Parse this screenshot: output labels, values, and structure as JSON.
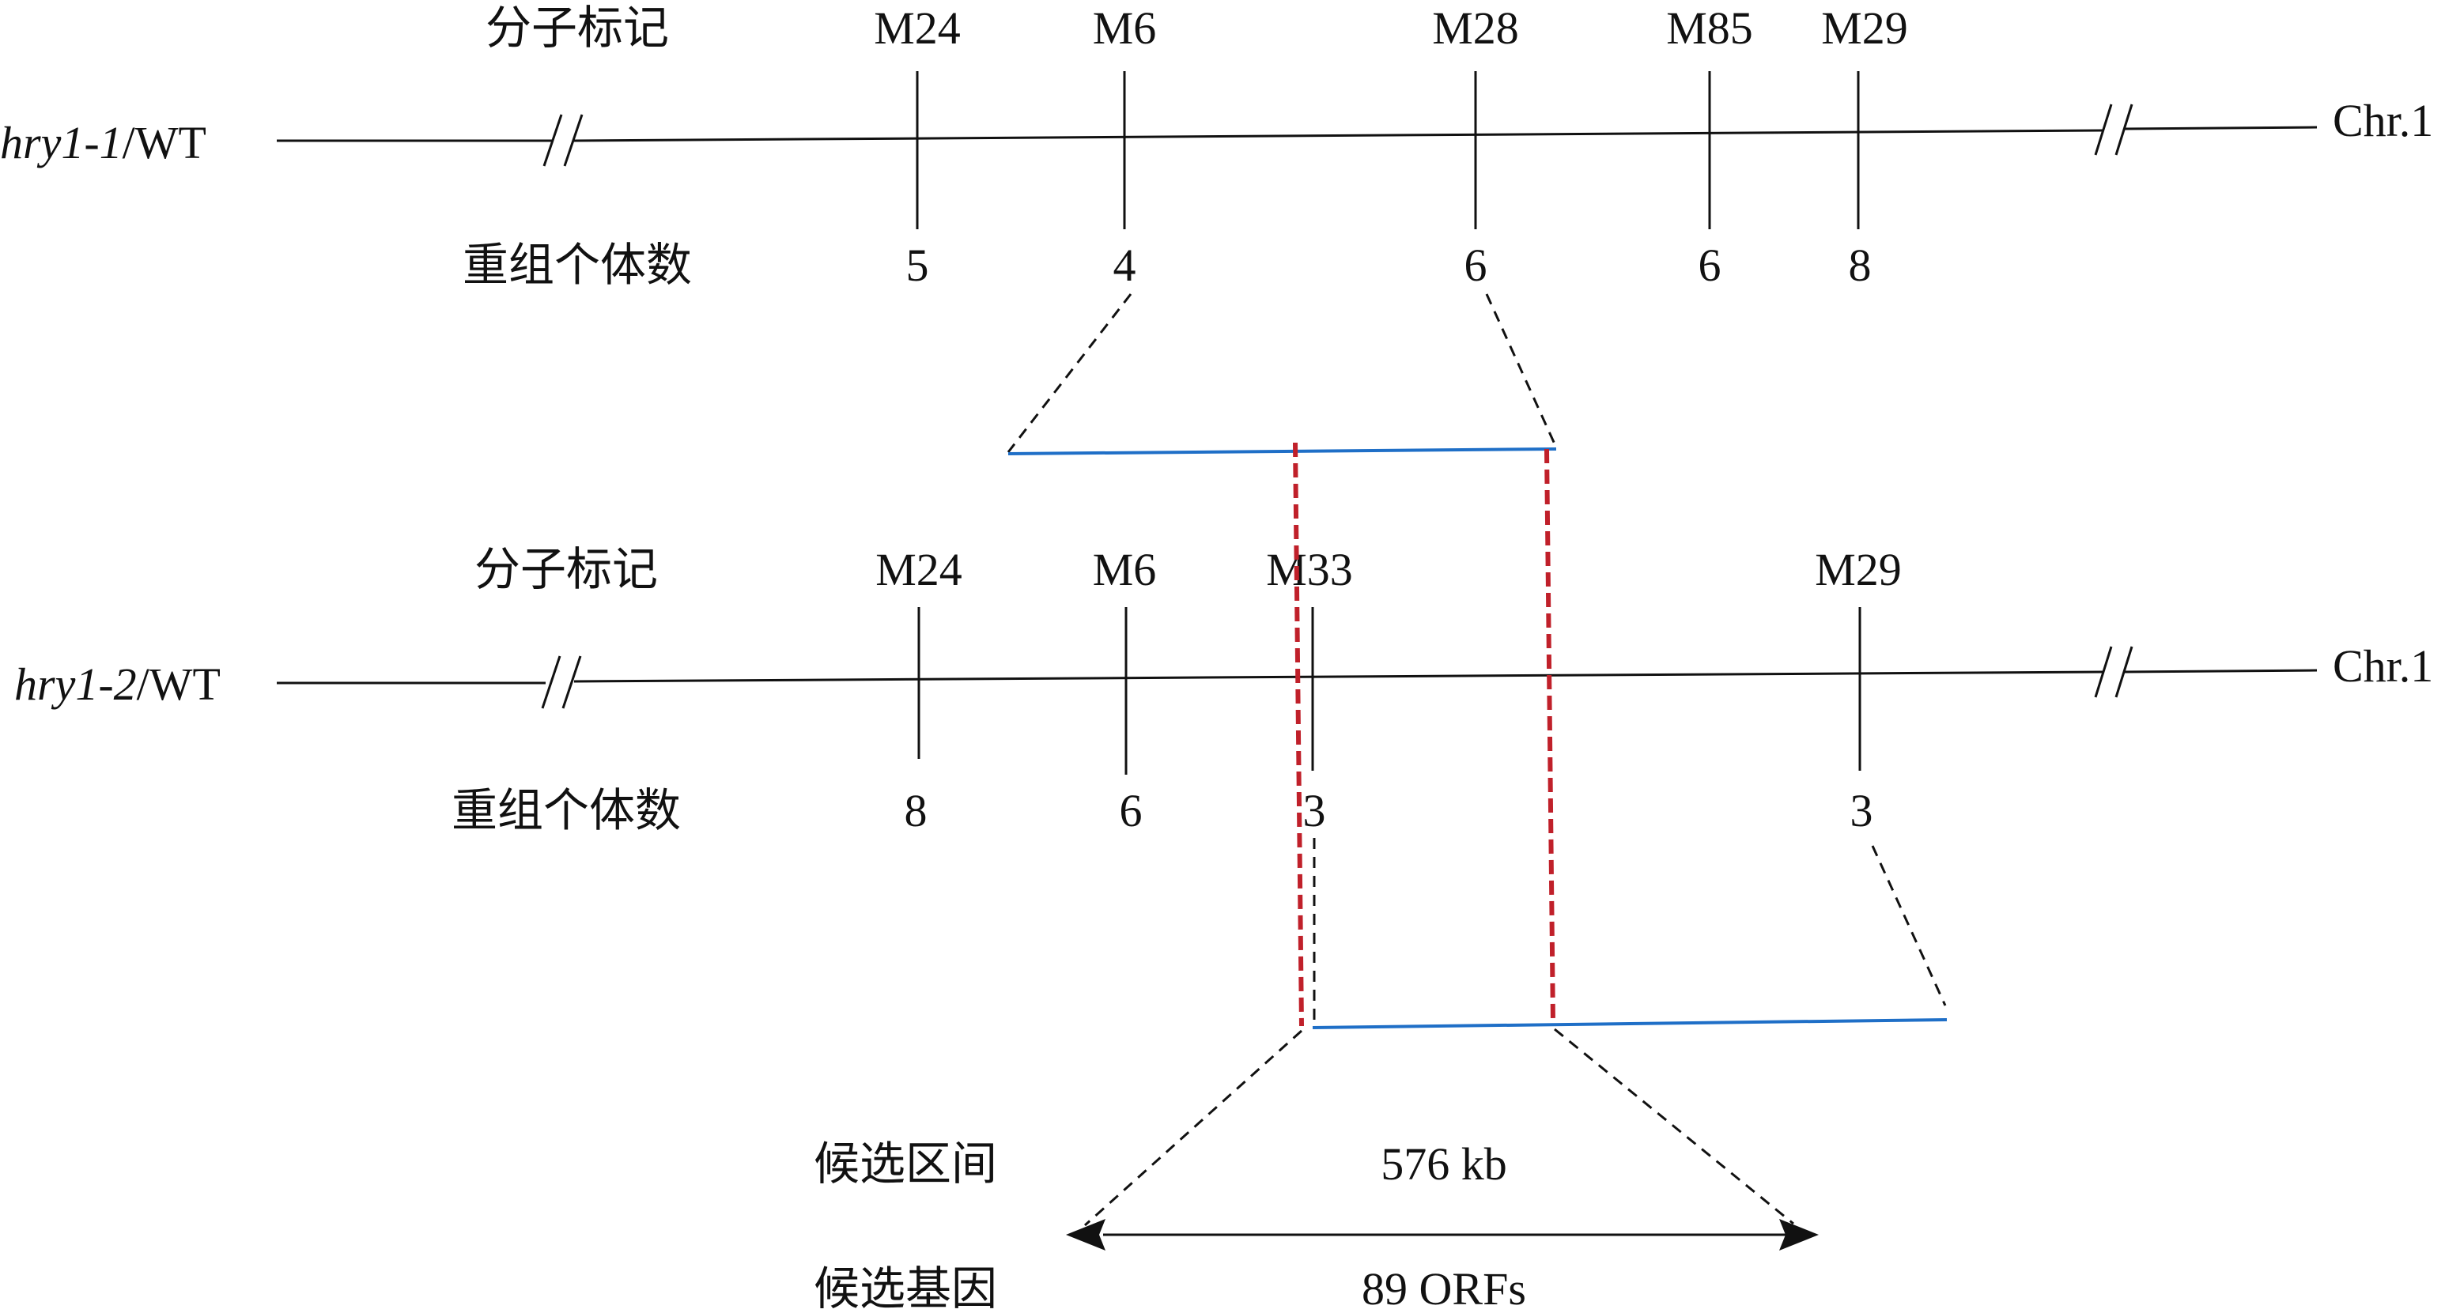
{
  "panel1": {
    "marker_label": "分子标记",
    "recomb_label": "重组个体数",
    "row_label_italic": "hry1-1",
    "row_label_suffix": "/WT",
    "chr_label": "Chr.1",
    "markers": [
      {
        "name": "M24",
        "count": "5"
      },
      {
        "name": "M6",
        "count": "4"
      },
      {
        "name": "M28",
        "count": "6"
      },
      {
        "name": "M85",
        "count": "6"
      },
      {
        "name": "M29",
        "count": "8"
      }
    ]
  },
  "panel2": {
    "marker_label": "分子标记",
    "recomb_label": "重组个体数",
    "row_label_italic": "hry1-2",
    "row_label_suffix": "/WT",
    "chr_label": "Chr.1",
    "markers": [
      {
        "name": "M24",
        "count": "8"
      },
      {
        "name": "M6",
        "count": "6"
      },
      {
        "name": "M33",
        "count": "3"
      },
      {
        "name": "M29",
        "count": "3"
      }
    ]
  },
  "candidate": {
    "region_label": "候选区间",
    "region_value": "576 kb",
    "gene_label": "候选基因",
    "gene_value": "89 ORFs"
  },
  "colors": {
    "line": "#111111",
    "blue_segment": "#1f6fc7",
    "red_boundary": "#c0202a"
  }
}
